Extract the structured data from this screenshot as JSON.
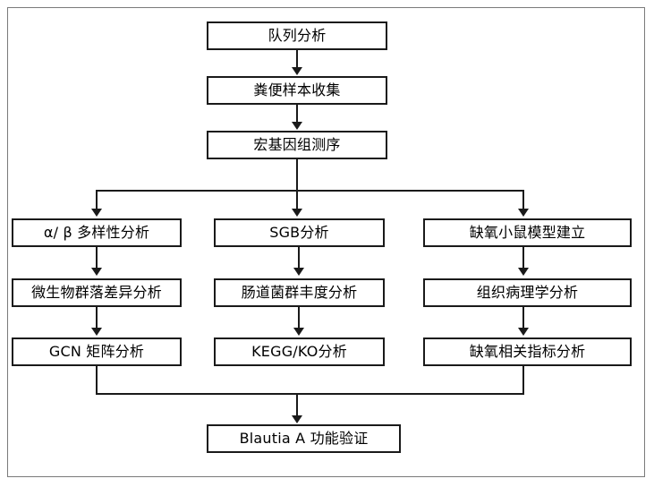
{
  "diagram": {
    "title": "Study workflow flowchart",
    "type": "flowchart",
    "orientation": "top-to-bottom",
    "colors": {
      "node_border": "#1a1a1a",
      "node_fill": "#ffffff",
      "connector": "#1a1a1a",
      "frame_border": "#7a7a7a",
      "text": "#000000"
    },
    "nodes": {
      "cohort_analysis": "队列分析",
      "fecal_collection": "粪便样本收集",
      "metagenomic_sequencing": "宏基因组测序",
      "diversity_analysis": "α/ β 多样性分析",
      "community_difference": "微生物群落差异分析",
      "gcn_matrix": "GCN 矩阵分析",
      "sgb_analysis": "SGB分析",
      "gut_abundance": "肠道菌群丰度分析",
      "kegg_ko": "KEGG/KO分析",
      "hypoxia_mouse_model": "缺氧小鼠模型建立",
      "histopathology": "组织病理学分析",
      "hypoxia_indicators": "缺氧相关指标分析",
      "blautia_validation": "Blautia A 功能验证"
    },
    "edges": [
      {
        "from": "cohort_analysis",
        "to": "fecal_collection",
        "style": "arrow-down"
      },
      {
        "from": "fecal_collection",
        "to": "metagenomic_sequencing",
        "style": "arrow-down"
      },
      {
        "from": "metagenomic_sequencing",
        "to": "diversity_analysis",
        "style": "branch-left"
      },
      {
        "from": "metagenomic_sequencing",
        "to": "sgb_analysis",
        "style": "arrow-down"
      },
      {
        "from": "metagenomic_sequencing",
        "to": "hypoxia_mouse_model",
        "style": "branch-right"
      },
      {
        "from": "diversity_analysis",
        "to": "community_difference",
        "style": "arrow-down"
      },
      {
        "from": "community_difference",
        "to": "gcn_matrix",
        "style": "arrow-down"
      },
      {
        "from": "sgb_analysis",
        "to": "gut_abundance",
        "style": "arrow-down"
      },
      {
        "from": "gut_abundance",
        "to": "kegg_ko",
        "style": "arrow-down"
      },
      {
        "from": "hypoxia_mouse_model",
        "to": "histopathology",
        "style": "arrow-down"
      },
      {
        "from": "histopathology",
        "to": "hypoxia_indicators",
        "style": "arrow-down"
      },
      {
        "from": "gcn_matrix",
        "to": "blautia_validation",
        "style": "merge-from-left"
      },
      {
        "from": "hypoxia_indicators",
        "to": "blautia_validation",
        "style": "merge-from-right"
      }
    ]
  }
}
